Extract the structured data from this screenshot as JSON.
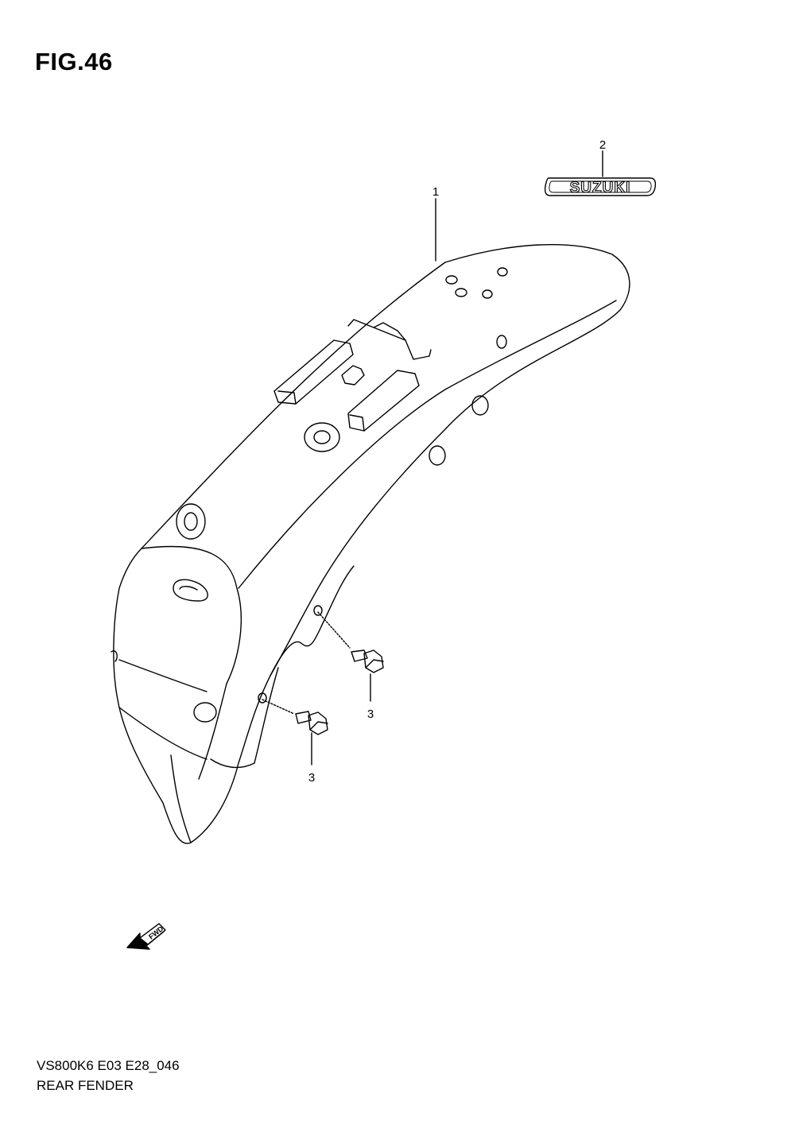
{
  "figure": {
    "title": "FIG.46",
    "code": "VS800K6 E03 E28_046",
    "name": "REAR FENDER"
  },
  "callouts": [
    {
      "id": "callout-1",
      "label": "1"
    },
    {
      "id": "callout-2",
      "label": "2"
    },
    {
      "id": "callout-3a",
      "label": "3"
    },
    {
      "id": "callout-3b",
      "label": "3"
    }
  ],
  "emblem": {
    "text": "SUZUKI"
  },
  "fwd_arrow": {
    "text": "FWD"
  },
  "colors": {
    "line": "#000000",
    "background": "#ffffff"
  }
}
